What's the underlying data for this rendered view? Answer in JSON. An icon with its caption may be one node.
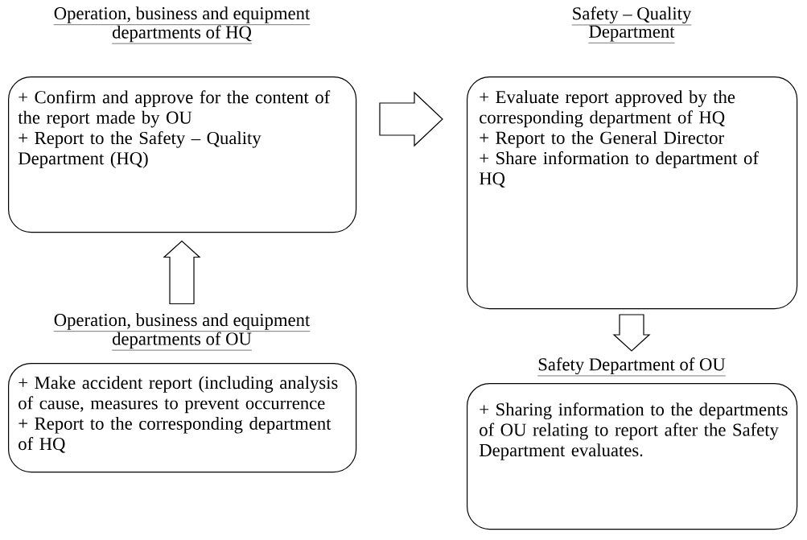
{
  "diagram": {
    "nodes": [
      {
        "text": [
          "Operation, business and equipment departments of HQ",
          "+ Confirm and approve for the content of the report made by OU",
          "+ Report to the Safety – Quality Department (HQ)"
        ]
      },
      {
        "text": [
          "Safety – Quality Department",
          "+ Evaluate report approved by the corresponding department of HQ",
          "+ Report to the General Director",
          "+ Share information to department of HQ"
        ]
      },
      {
        "text": [
          "Operation, business and equipment departments of OU",
          "+ Make accident report (including analysis of cause, measures to prevent occurrence",
          "+ Report to the corresponding department of HQ"
        ]
      },
      {
        "text": [
          "Safety Department of OU",
          "+ Sharing information to the departments of OU relating to report after the Safety Department evaluates."
        ]
      }
    ],
    "edges": [
      {
        "from": 2,
        "to": 0,
        "arrow": "to"
      },
      {
        "from": 0,
        "to": 1,
        "arrow": "to"
      },
      {
        "from": 1,
        "to": 3,
        "arrow": "to"
      }
    ]
  }
}
